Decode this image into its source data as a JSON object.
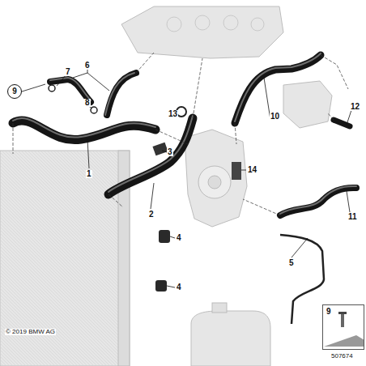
{
  "diagram": {
    "nodes": [
      {
        "text": [
          "9"
        ]
      },
      {
        "text": [
          "9"
        ]
      }
    ],
    "labels": [
      "6",
      "7",
      "8",
      "13",
      "10",
      "12",
      "3",
      "1",
      "14",
      "2",
      "11",
      "4",
      "5",
      "4",
      "© 2019 BMW AG",
      "507674"
    ]
  }
}
